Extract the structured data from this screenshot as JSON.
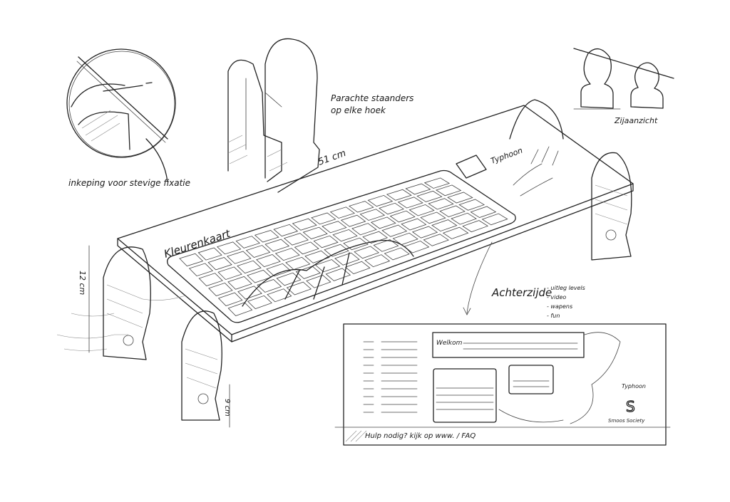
{
  "notes": {
    "stands": [
      "Parachte staanders",
      "op elke hoek"
    ],
    "notch": "inkeping voor stevige fixatie",
    "side_view": "Zijaanzicht",
    "width": "51 cm",
    "height_tall": "12 cm",
    "height_short": "9 cm",
    "keyboard_title": "Kleurenkaart",
    "brand": "Typhoon"
  },
  "back_side": {
    "title": "Achterzijde",
    "items": [
      "- uitleg levels",
      "- video",
      "- wapens",
      "- fun"
    ],
    "panel": {
      "welcome": "Welkom",
      "brand": "Typhoon",
      "society": "Smoos Society",
      "footer": "Hulp nodig? kijk op www. / FAQ"
    }
  }
}
